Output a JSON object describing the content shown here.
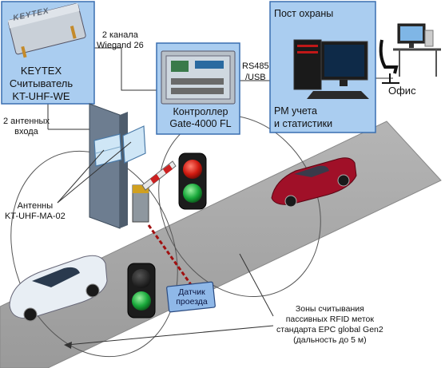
{
  "diagram": {
    "reader": {
      "logo": "KEYTEX",
      "line1": "KEYTEX",
      "line2": "Считыватель",
      "line3": "KT-UHF-WE"
    },
    "link_wiegand": {
      "line1": "2 канала",
      "line2": "Wiegand 26"
    },
    "controller": {
      "line1": "Контроллер",
      "line2": "Gate-4000 FL"
    },
    "link_rs485": {
      "line1": "RS485",
      "line2": "/USB"
    },
    "guard_post": {
      "title": "Пост охраны",
      "line1": "РМ учета",
      "line2": "и статистики"
    },
    "office": "Офис",
    "antenna_inputs": {
      "line1": "2 антенных",
      "line2": "входа"
    },
    "antennas": {
      "line1": "Антенны",
      "line2": "KT-UHF-MA-02"
    },
    "sensor": {
      "line1": "Датчик",
      "line2": "проезда"
    },
    "zones": {
      "line1": "Зоны считывания",
      "line2": "пассивных RFID меток",
      "line3": "стандарта EPC global Gen2",
      "line4": "(дальность до 5 м)"
    },
    "colors": {
      "box_fill": "#aacdf0",
      "box_stroke": "#3a6fb0",
      "road": "#a9a9a9",
      "red_light": "#e0281e",
      "green_light": "#22b14c",
      "car_red": "#a01028",
      "car_white": "#e8eef4"
    }
  }
}
